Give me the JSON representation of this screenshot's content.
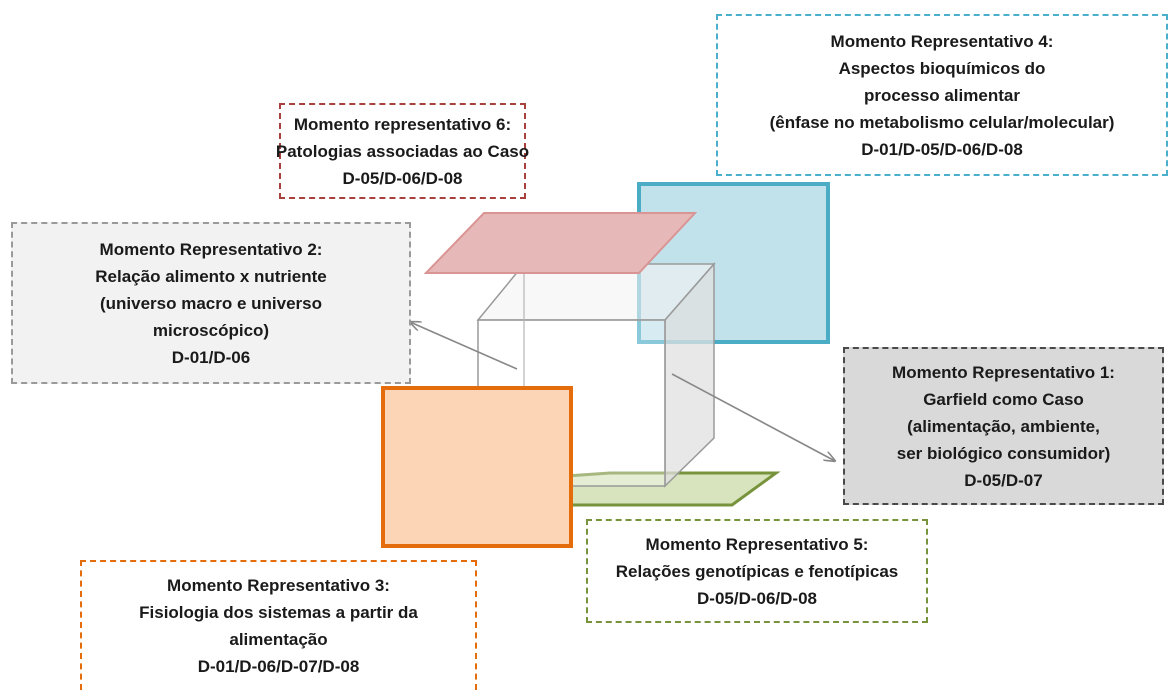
{
  "boxes": {
    "m4": {
      "lines": [
        "Momento Representativo 4:",
        "Aspectos bioquímicos do",
        "processo alimentar",
        "(ênfase no metabolismo celular/molecular)",
        "D-01/D-05/D-06/D-08"
      ],
      "border_color": "#4aaecd"
    },
    "m6": {
      "lines": [
        "Momento representativo 6:",
        "Patologias associadas ao Caso",
        "D-05/D-06/D-08"
      ],
      "border_color": "#a8403e"
    },
    "m2": {
      "lines": [
        "Momento Representativo 2:",
        "Relação alimento  x nutriente",
        "(universo macro  e universo",
        "microscópico)",
        "D-01/D-06"
      ],
      "border_color": "#9a9a9a"
    },
    "m1": {
      "lines": [
        "Momento Representativo 1:",
        "Garfield como Caso",
        "(alimentação,  ambiente,",
        "ser biológico consumidor)",
        "D-05/D-07"
      ],
      "border_color": "#4a4a4a"
    },
    "m5": {
      "lines": [
        "Momento Representativo 5:",
        "Relações genotípicas e fenotípicas",
        "D-05/D-06/D-08"
      ],
      "border_color": "#77933c"
    },
    "m3": {
      "lines": [
        "Momento Representativo 3:",
        "Fisiologia  dos sistemas a partir  da",
        "alimentação",
        "D-01/D-06/D-07/D-08"
      ],
      "border_color": "#e46c0a"
    }
  },
  "planes": {
    "top_color": "#e6b9b8",
    "top_border": "#d99594",
    "right_color": "#b7dde8",
    "right_border": "#4bacc6",
    "bottom_color": "#d7e4bd",
    "bottom_border": "#77933c",
    "front_color": "#fbd5b5",
    "front_border": "#e46c0a"
  }
}
